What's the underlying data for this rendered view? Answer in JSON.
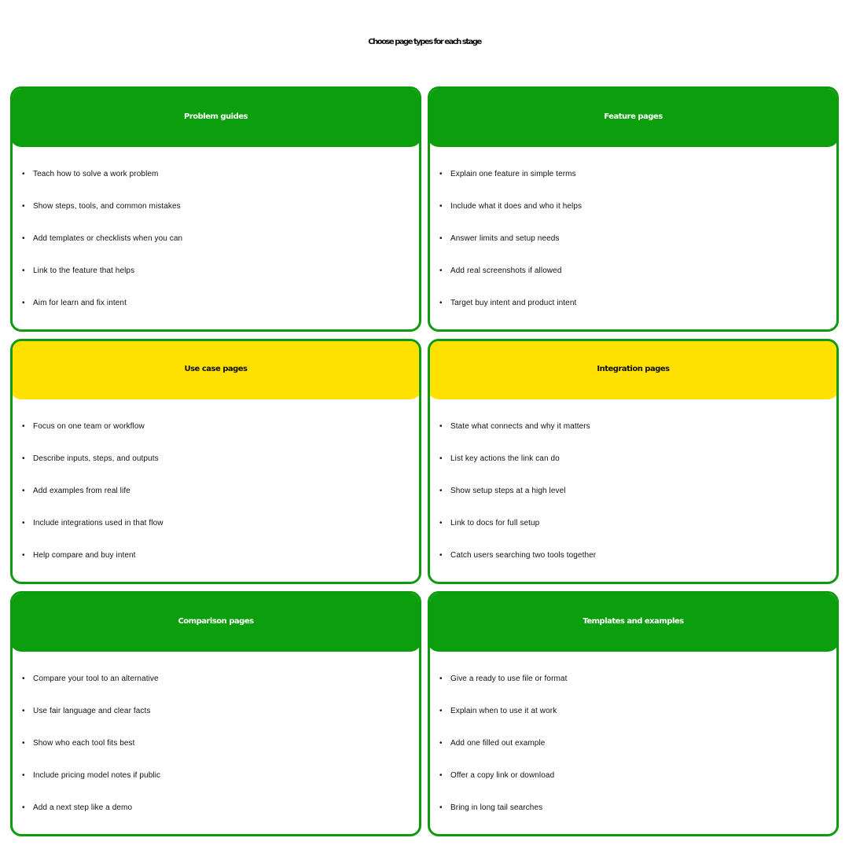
{
  "title": "Choose page types for each stage",
  "bullet_char": "•",
  "cards": [
    {
      "heading": "Problem guides",
      "header_color": "green",
      "bullets": [
        "Teach how to solve a work problem",
        "Show steps, tools, and common mistakes",
        "Add templates or checklists when you can",
        "Link to the feature that helps",
        "Aim for learn and fix intent"
      ]
    },
    {
      "heading": "Feature pages",
      "header_color": "green",
      "bullets": [
        "Explain one feature in simple terms",
        "Include what it does and who it helps",
        "Answer limits and setup needs",
        "Add real screenshots if allowed",
        "Target buy intent and product intent"
      ]
    },
    {
      "heading": "Use case pages",
      "header_color": "yellow",
      "bullets": [
        "Focus on one team or workflow",
        "Describe inputs, steps, and outputs",
        "Add examples from real life",
        "Include integrations used in that flow",
        "Help compare and buy intent"
      ]
    },
    {
      "heading": "Integration pages",
      "header_color": "yellow",
      "bullets": [
        "State what connects and why it matters",
        "List key actions the link can do",
        "Show setup steps at a high level",
        "Link to docs for full setup",
        "Catch users searching two tools together"
      ]
    },
    {
      "heading": "Comparison pages",
      "header_color": "green",
      "bullets": [
        "Compare your tool to an alternative",
        "Use fair language and clear facts",
        "Show who each tool fits best",
        "Include pricing model notes if public",
        "Add a next step like a demo"
      ]
    },
    {
      "heading": "Templates and examples",
      "header_color": "green",
      "bullets": [
        "Give a ready to use file or format",
        "Explain when to use it at work",
        "Add one filled out example",
        "Offer a copy link or download",
        "Bring in long tail searches"
      ]
    }
  ],
  "colors": {
    "green": "#0b9e0d",
    "yellow": "#ffe100",
    "border": "#0f9b10",
    "text": "#111111",
    "background": "#ffffff"
  }
}
